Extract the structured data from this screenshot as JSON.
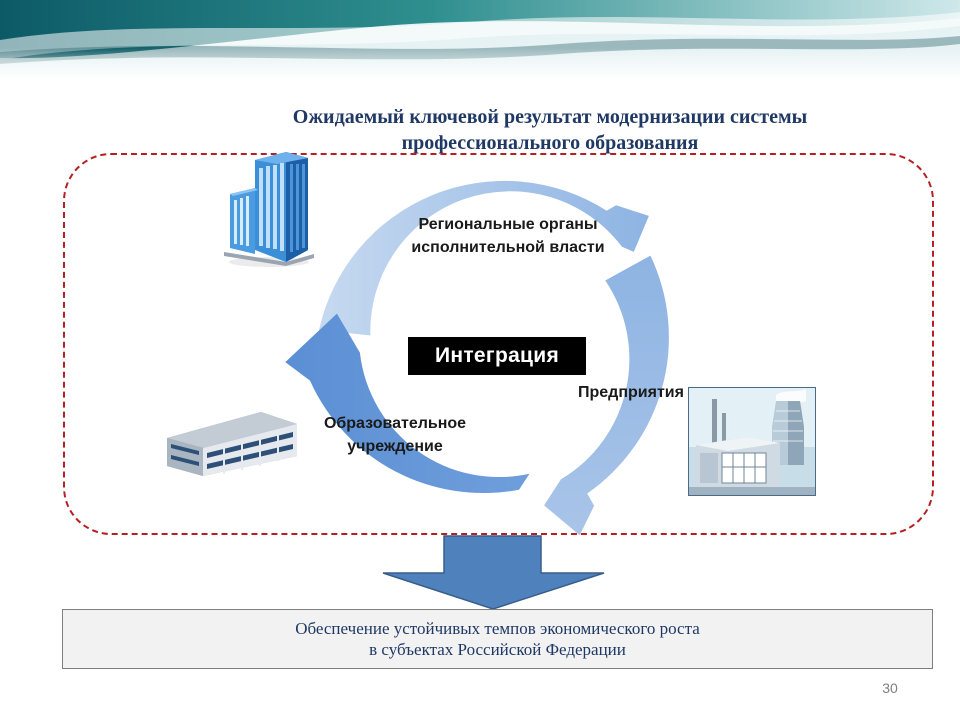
{
  "slide": {
    "title_lines": [
      "Ожидаемый ключевой результат модернизации системы",
      "профессионального образования"
    ],
    "page_number": "30"
  },
  "cycle": {
    "hub_label": "Интеграция",
    "nodes": [
      {
        "label_lines": [
          "Региональные органы",
          "исполнительной власти"
        ],
        "icon": "office-tower-icon"
      },
      {
        "label_lines": [
          "Предприятия"
        ],
        "icon": "factory-icon"
      },
      {
        "label_lines": [
          "Образовательное",
          "учреждение"
        ],
        "icon": "school-building-icon"
      }
    ]
  },
  "result": {
    "lines": [
      "Обеспечение устойчивых темпов экономического роста",
      "в субъектах Российской Федерации"
    ]
  },
  "colors": {
    "title": "#1f3864",
    "frame_border": "#b52025",
    "hub_background": "#000000",
    "arrow_light": "#a9c4e8",
    "arrow_mid": "#8eb4e3",
    "arrow_dark": "#5b8fd4",
    "down_arrow": "#4f81bd"
  }
}
